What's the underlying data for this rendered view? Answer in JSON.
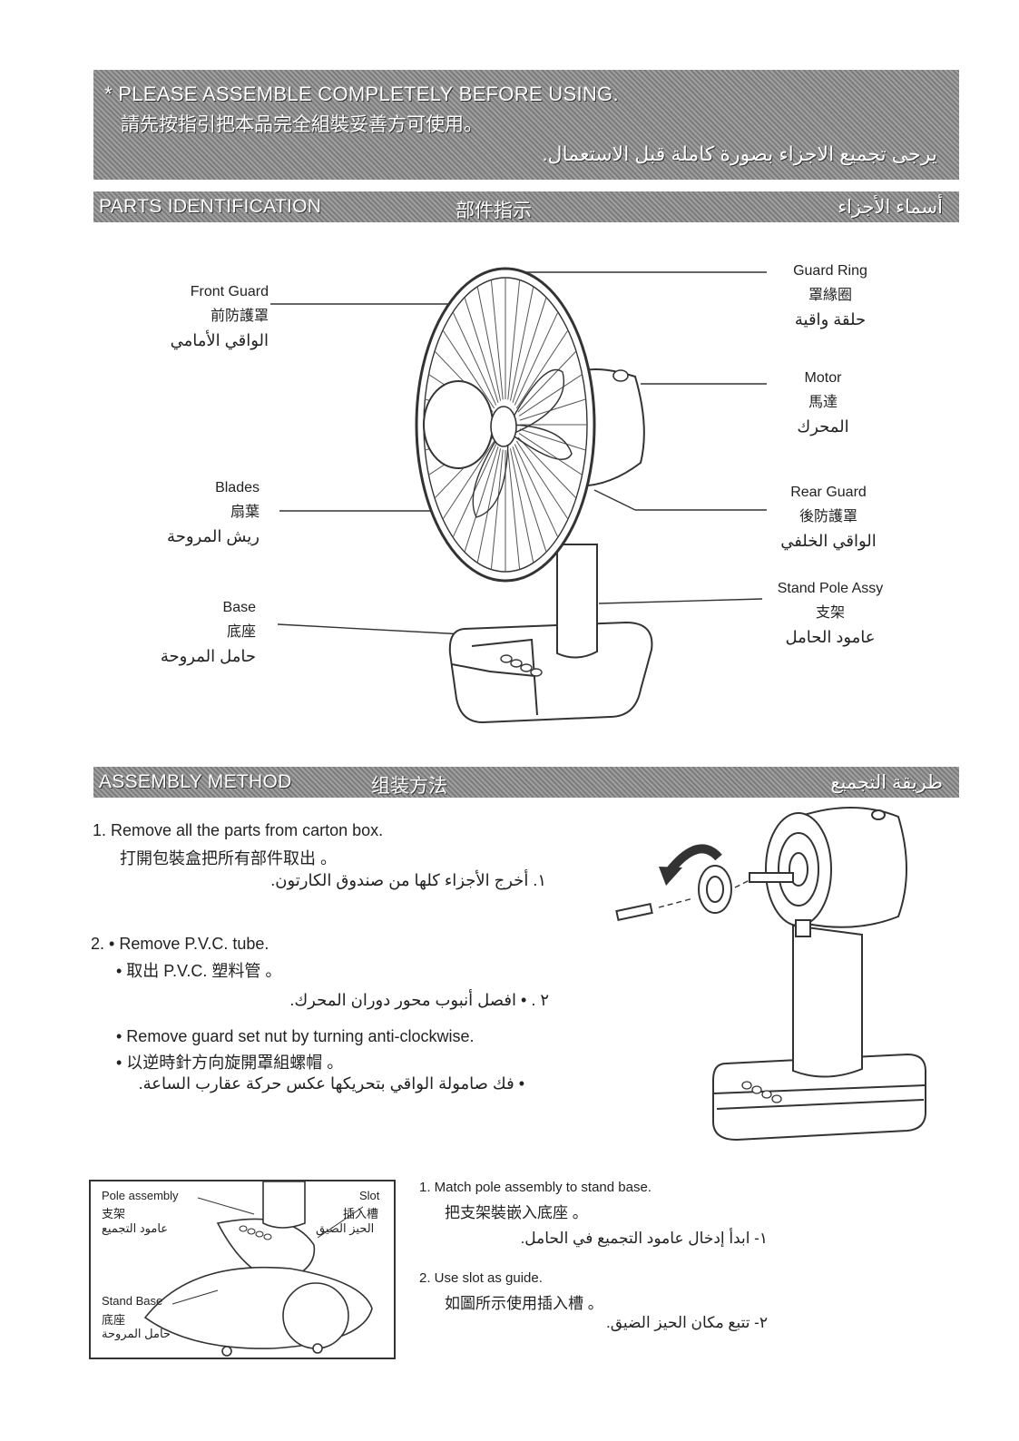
{
  "header": {
    "line_en": "* PLEASE ASSEMBLE COMPLETELY BEFORE USING.",
    "line_zh": "請先按指引把本品完全組裝妥善方可使用。",
    "line_ar": "يرجى تجميع الاجزاء بصورة كاملة قبل الاستعمال."
  },
  "parts_section": {
    "title_en": "PARTS IDENTIFICATION",
    "title_zh": "部件指示",
    "title_ar": "أسماء الأجزاء"
  },
  "parts": {
    "front_guard": {
      "en": "Front Guard",
      "zh": "前防護罩",
      "ar": "الواقي الأمامي"
    },
    "blades": {
      "en": "Blades",
      "zh": "扇葉",
      "ar": "ريش المروحة"
    },
    "base": {
      "en": "Base",
      "zh": "底座",
      "ar": "حامل المروحة"
    },
    "guard_ring": {
      "en": "Guard Ring",
      "zh": "罩緣圈",
      "ar": "حلقة واقية"
    },
    "motor": {
      "en": "Motor",
      "zh": "馬達",
      "ar": "المحرك"
    },
    "rear_guard": {
      "en": "Rear Guard",
      "zh": "後防護罩",
      "ar": "الواقي الخلفي"
    },
    "stand_pole": {
      "en": "Stand Pole Assy",
      "zh": "支架",
      "ar": "عامود الحامل"
    }
  },
  "assembly_section": {
    "title_en": "ASSEMBLY METHOD",
    "title_zh": "组装方法",
    "title_ar": "طريقة التجميع"
  },
  "steps": {
    "s1": {
      "en": "1.  Remove all the parts from carton box.",
      "zh": "打開包裝盒把所有部件取出 。",
      "ar": "١. أخرج الأجزاء كلها من صندوق الكارتون."
    },
    "s2": {
      "en_a": "2.  •  Remove P.V.C. tube.",
      "zh_a": "•  取出 P.V.C. 塑料管 。",
      "ar_a": "٢ .  •  افصل أنبوب محور دوران المحرك.",
      "en_b": "•  Remove guard set nut by turning anti-clockwise.",
      "zh_b": "•  以逆時針方向旋開罩組螺帽 。",
      "ar_b": "•  فك صامولة الواقي بتحريكها عكس حركة عقارب الساعة."
    }
  },
  "inset": {
    "pole_en": "Pole assembly",
    "pole_zh": "支架",
    "pole_ar": "عامود التجميع",
    "slot_en": "Slot",
    "slot_zh": "插入槽",
    "slot_ar": "الحيز الضيق",
    "stand_en": "Stand Base",
    "stand_zh": "底座",
    "stand_ar": "حامل المروحة"
  },
  "substeps": {
    "a_en": "1.  Match pole assembly to stand base.",
    "a_zh": "把支架裝嵌入底座 。",
    "a_ar": "١- ابدأ إدخال عامود التجميع في الحامل.",
    "b_en": "2.  Use slot as guide.",
    "b_zh": "如圖所示使用插入槽 。",
    "b_ar": "٢- تتبع مكان الحيز الضيق."
  }
}
